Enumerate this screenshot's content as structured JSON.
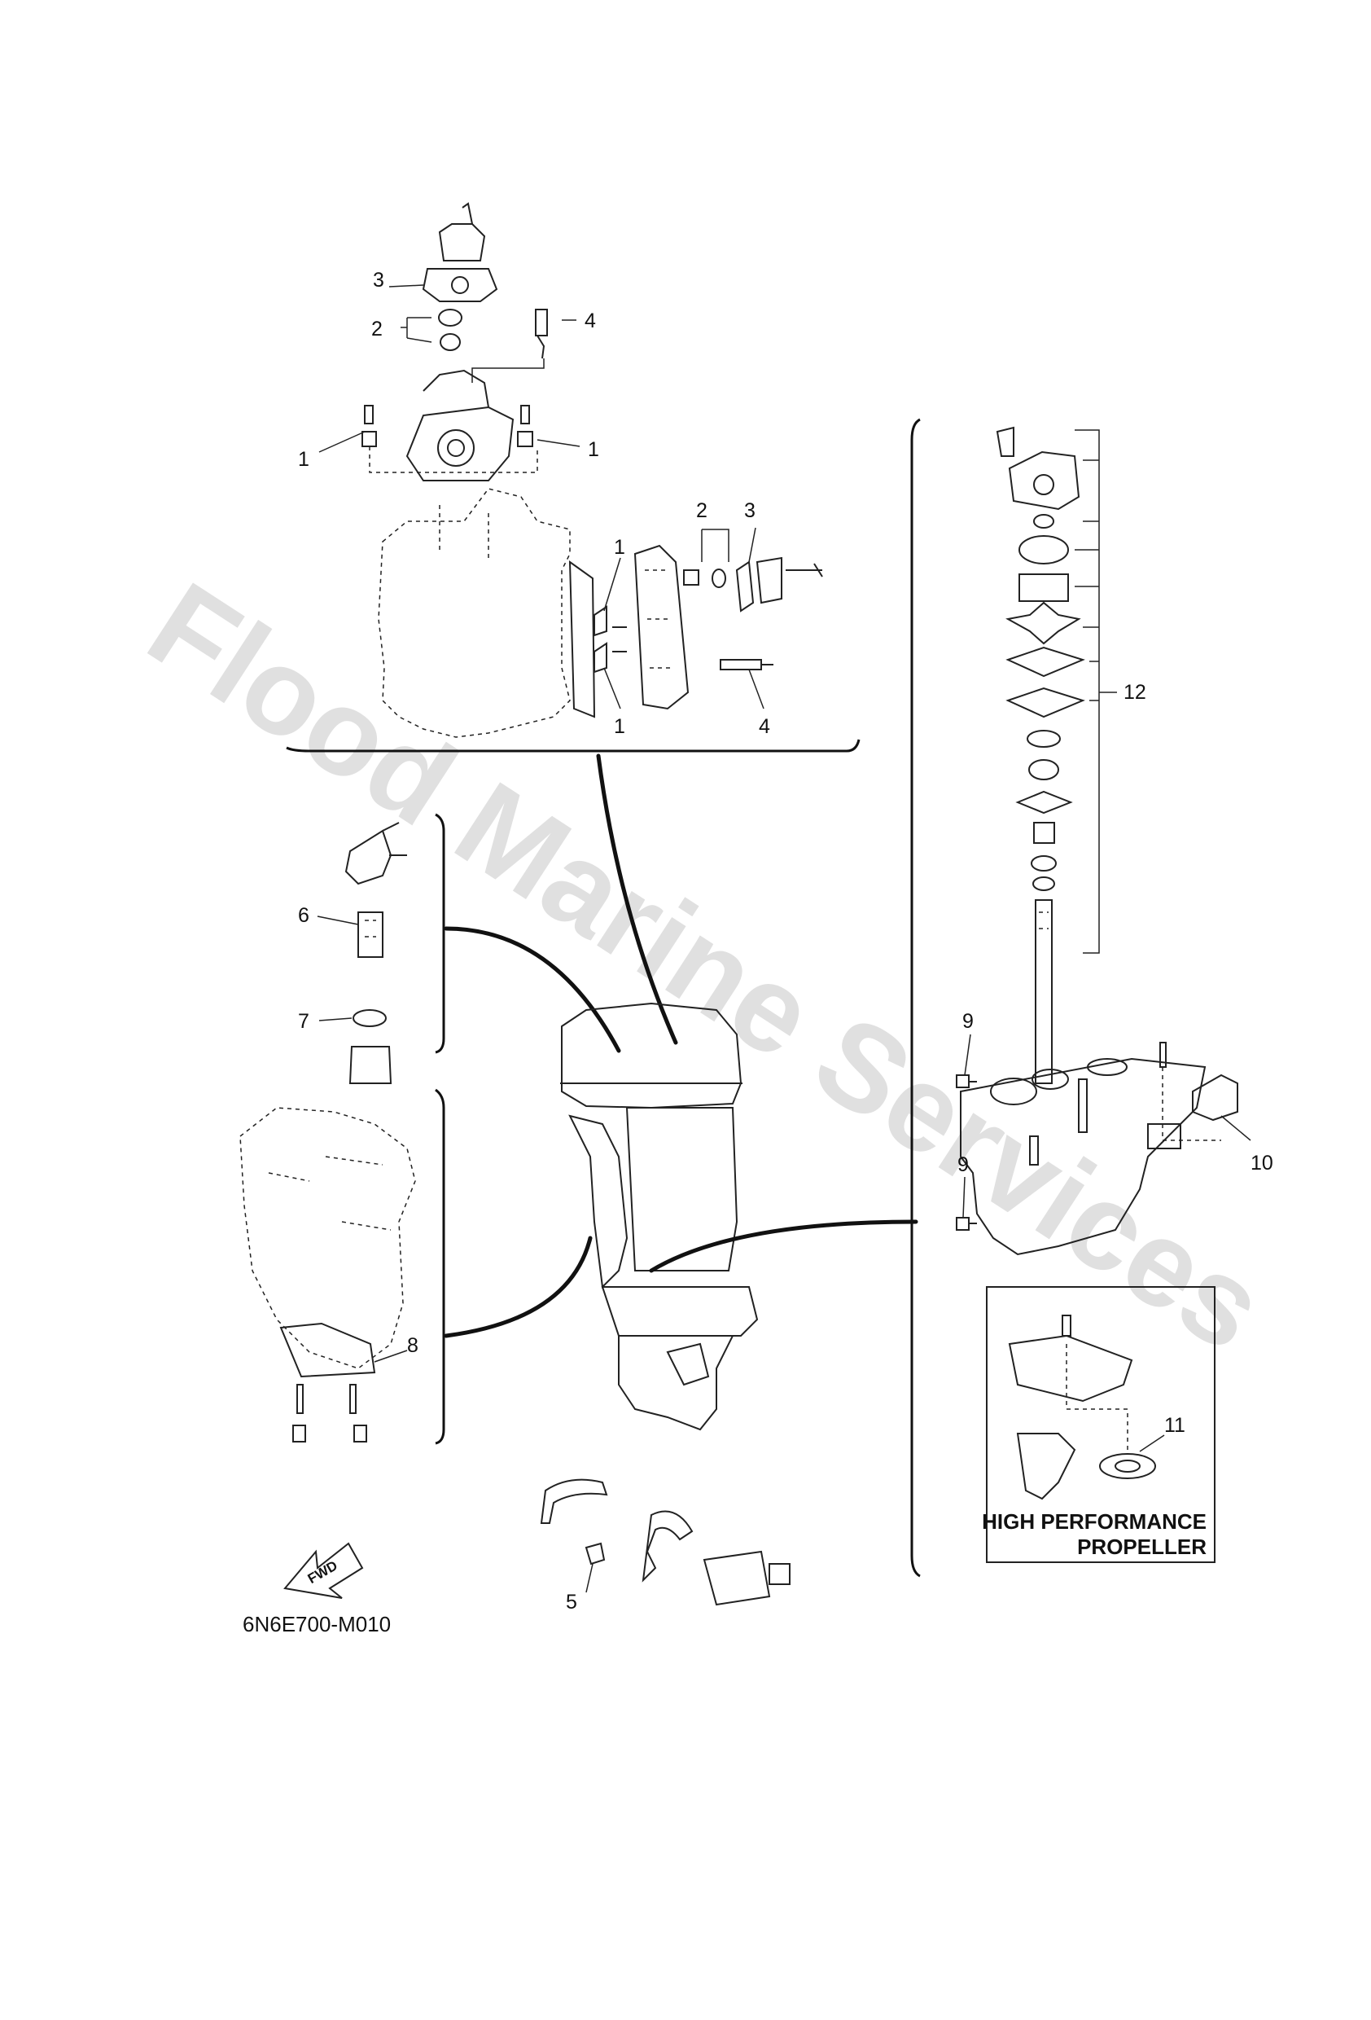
{
  "watermark": "Flood Marine Services",
  "diagram_code": "6N6E700-M010",
  "fwd_label": "FWD",
  "inset_title_line1": "HIGH PERFORMANCE",
  "inset_title_line2": "PROPELLER",
  "callouts": {
    "c1_a": "1",
    "c1_b": "1",
    "c1_c": "1",
    "c1_d": "1",
    "c2_a": "2",
    "c2_b": "2",
    "c3_a": "3",
    "c3_b": "3",
    "c4_a": "4",
    "c4_b": "4",
    "c5": "5",
    "c6": "6",
    "c7": "7",
    "c8": "8",
    "c9_a": "9",
    "c9_b": "9",
    "c10": "10",
    "c11": "11",
    "c12": "12"
  }
}
